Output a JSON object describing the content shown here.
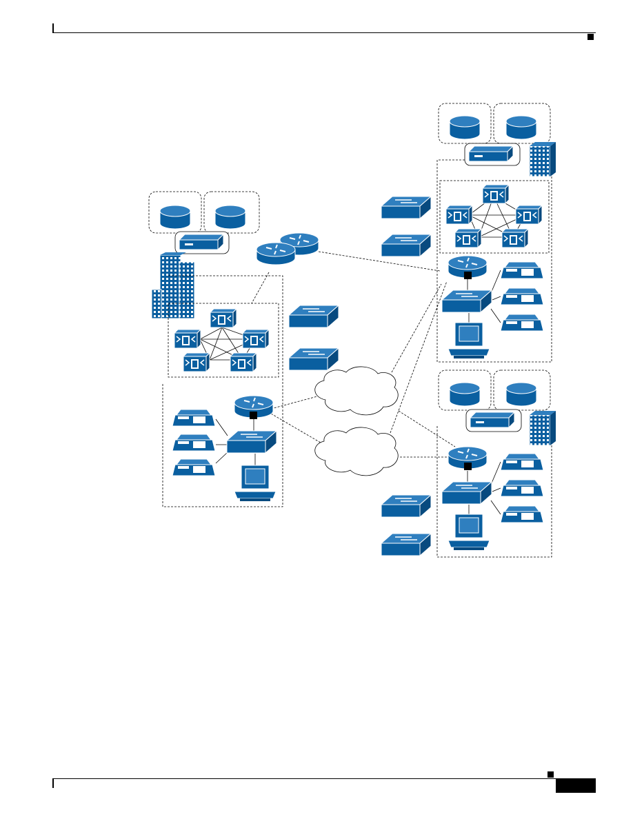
{
  "colors": {
    "device": "#0a5fa0",
    "device_dark": "#084a7f",
    "device_light": "#2f7fbf",
    "line": "#000000",
    "background": "#ffffff"
  },
  "icons": {
    "database": "database-icon",
    "router": "router-icon",
    "switch": "switch-icon",
    "ip_phone": "ip-phone-icon",
    "workstation": "workstation-icon",
    "building": "building-icon",
    "call_manager": "call-manager-icon",
    "cloud": "wan-cloud-icon",
    "cache_engine": "content-engine-icon"
  },
  "sites": {
    "central": {
      "cluster_servers": 5,
      "phones": 3,
      "databases": 2
    },
    "branch_top": {
      "cluster_servers": 5,
      "phones": 3,
      "databases": 2
    },
    "branch_bottom": {
      "phones": 3,
      "databases": 2
    }
  }
}
